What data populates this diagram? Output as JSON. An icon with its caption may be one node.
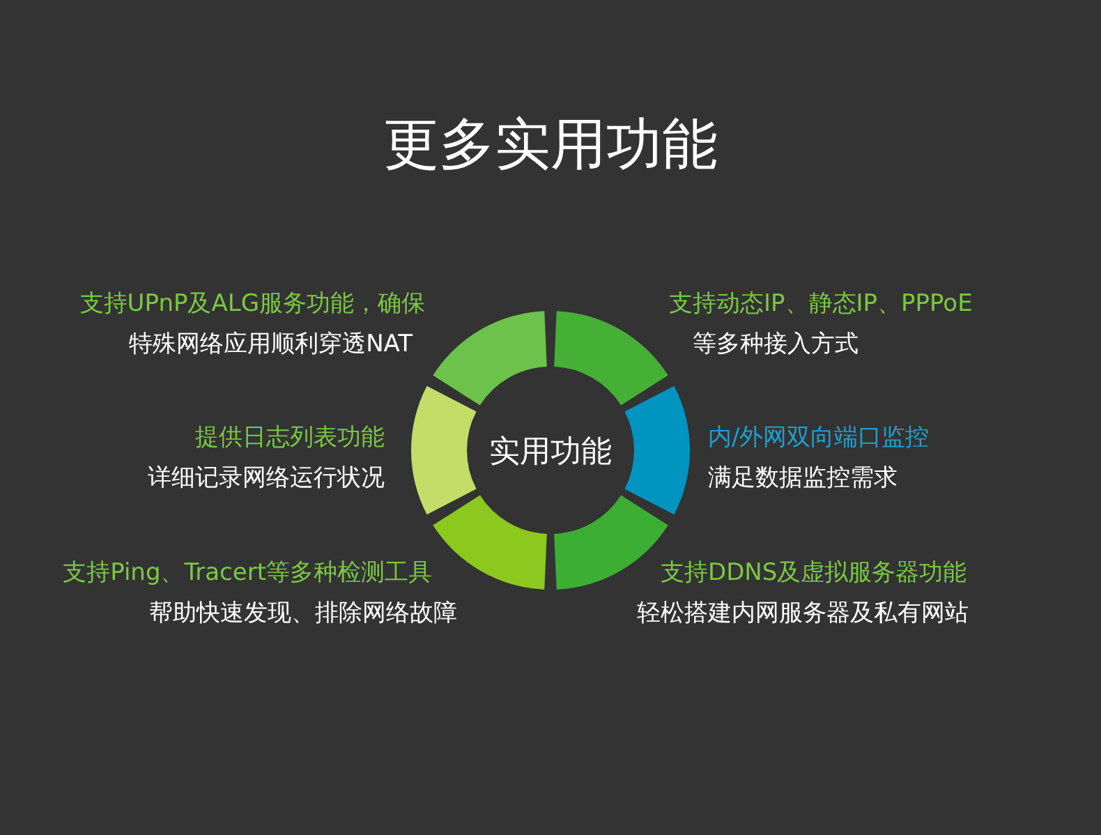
{
  "diagram": {
    "title": "更多实用功能",
    "labels": [
      "支持UPnP及ALG服务功能，确保",
      "特殊网络应用顺利穿透NAT",
      "支持动态IP、静态IP、PPPoE",
      "等多种接入方式",
      "提供日志列表功能",
      "详细记录网络运行状况",
      "实用功能",
      "内/外网双向端口监控",
      "满足数据监控需求",
      "支持Ping、Tracert等多种检测工具",
      "帮助快速发现、排除网络故障",
      "支持DDNS及虚拟服务器功能",
      "轻松搭建内网服务器及私有网站"
    ]
  }
}
